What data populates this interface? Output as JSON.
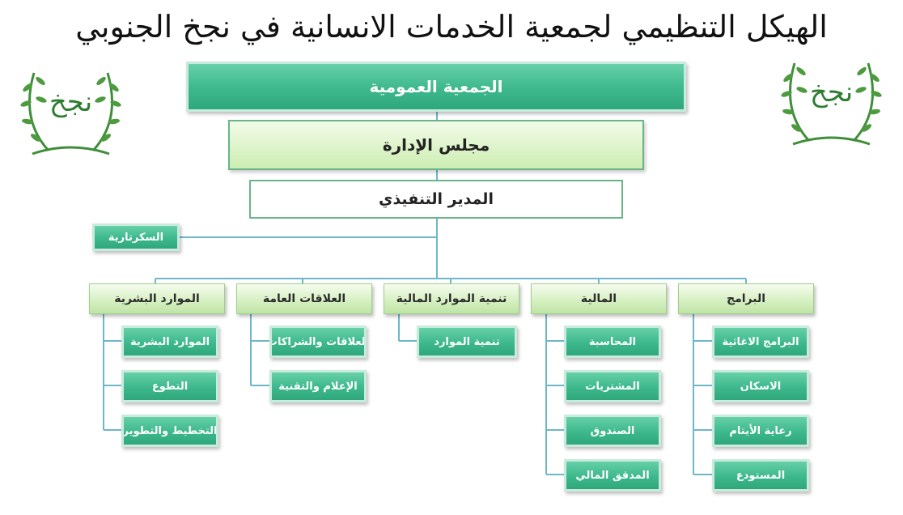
{
  "title": "الهيكل التنظيمي لجمعية الخدمات الانسانية في نجخ الجنوبي",
  "logo": {
    "text": "نجخ",
    "left_icon": "wreath-logo-icon",
    "right_icon": "wreath-logo-icon"
  },
  "colors": {
    "teal": "#3db88c",
    "light_green": "#cdeeb2",
    "border_green": "#67b588",
    "dept_green": "#d4efbf"
  },
  "levels": {
    "general_assembly": "الجمعية العمومية",
    "board": "مجلس الإدارة",
    "executive_director": "المدير التنفيذي",
    "secretariat": "السكرتارية"
  },
  "departments": [
    {
      "label": "البرامج",
      "children": [
        "البرامج الاغاثية",
        "الاسكان",
        "رعاية الأيتام",
        "المستودع"
      ]
    },
    {
      "label": "المالية",
      "children": [
        "المحاسبة",
        "المشتريات",
        "الصندوق",
        "المدقق المالي"
      ]
    },
    {
      "label": "تنمية الموارد المالية",
      "children": [
        "تنمية الموارد"
      ]
    },
    {
      "label": "العلاقات العامة",
      "children": [
        "العلاقات والشراكات",
        "الإعلام والتقنية"
      ]
    },
    {
      "label": "الموارد البشرية",
      "children": [
        "الموارد البشرية",
        "التطوع",
        "التخطيط والتطوير"
      ]
    }
  ]
}
